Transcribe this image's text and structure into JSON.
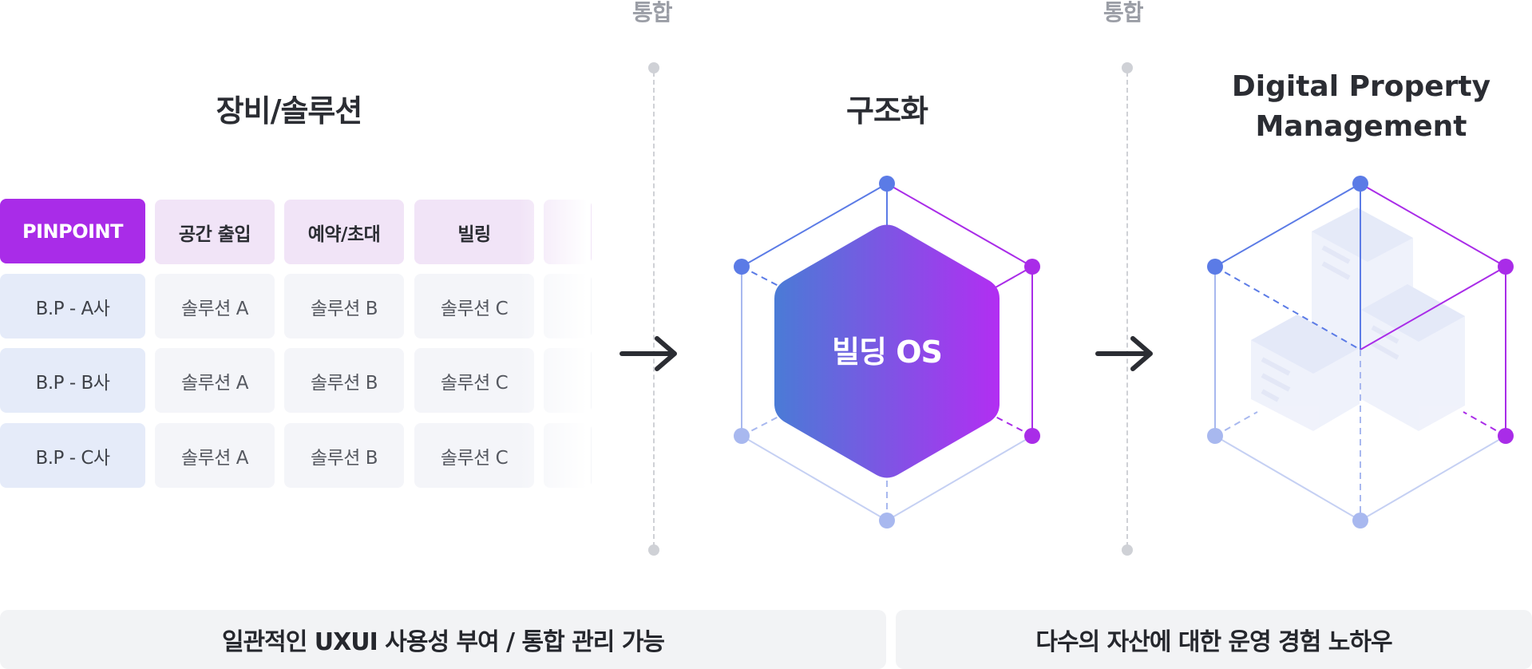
{
  "integration_labels": [
    "통합",
    "통합"
  ],
  "sections": {
    "devices": {
      "title": "장비/솔루션"
    },
    "structure": {
      "title": "구조화",
      "center_label": "빌딩 OS"
    },
    "dpm": {
      "title_line1": "Digital Property",
      "title_line2": "Management"
    }
  },
  "table": {
    "headers": [
      "PINPOINT",
      "공간 출입",
      "예약/초대",
      "빌링"
    ],
    "rows": [
      {
        "label": "B.P - A사",
        "cells": [
          "솔루션 A",
          "솔루션 B",
          "솔루션 C"
        ]
      },
      {
        "label": "B.P - B사",
        "cells": [
          "솔루션 A",
          "솔루션 B",
          "솔루션 C"
        ]
      },
      {
        "label": "B.P - C사",
        "cells": [
          "솔루션 A",
          "솔루션 B",
          "솔루션 C"
        ]
      }
    ]
  },
  "footer": {
    "left": "일관적인 UXUI 사용성 부여 / 통합 관리 가능",
    "right": "다수의 자산에 대한 운영 경험 노하우"
  },
  "icons": {
    "arrow": "arrow-right-icon"
  },
  "colors": {
    "accent_purple": "#a92ce8",
    "accent_blue": "#5b7be6",
    "light_blue": "#a8b8ef",
    "gradient_start": "#4a7bd6",
    "gradient_end": "#b22ef2"
  }
}
